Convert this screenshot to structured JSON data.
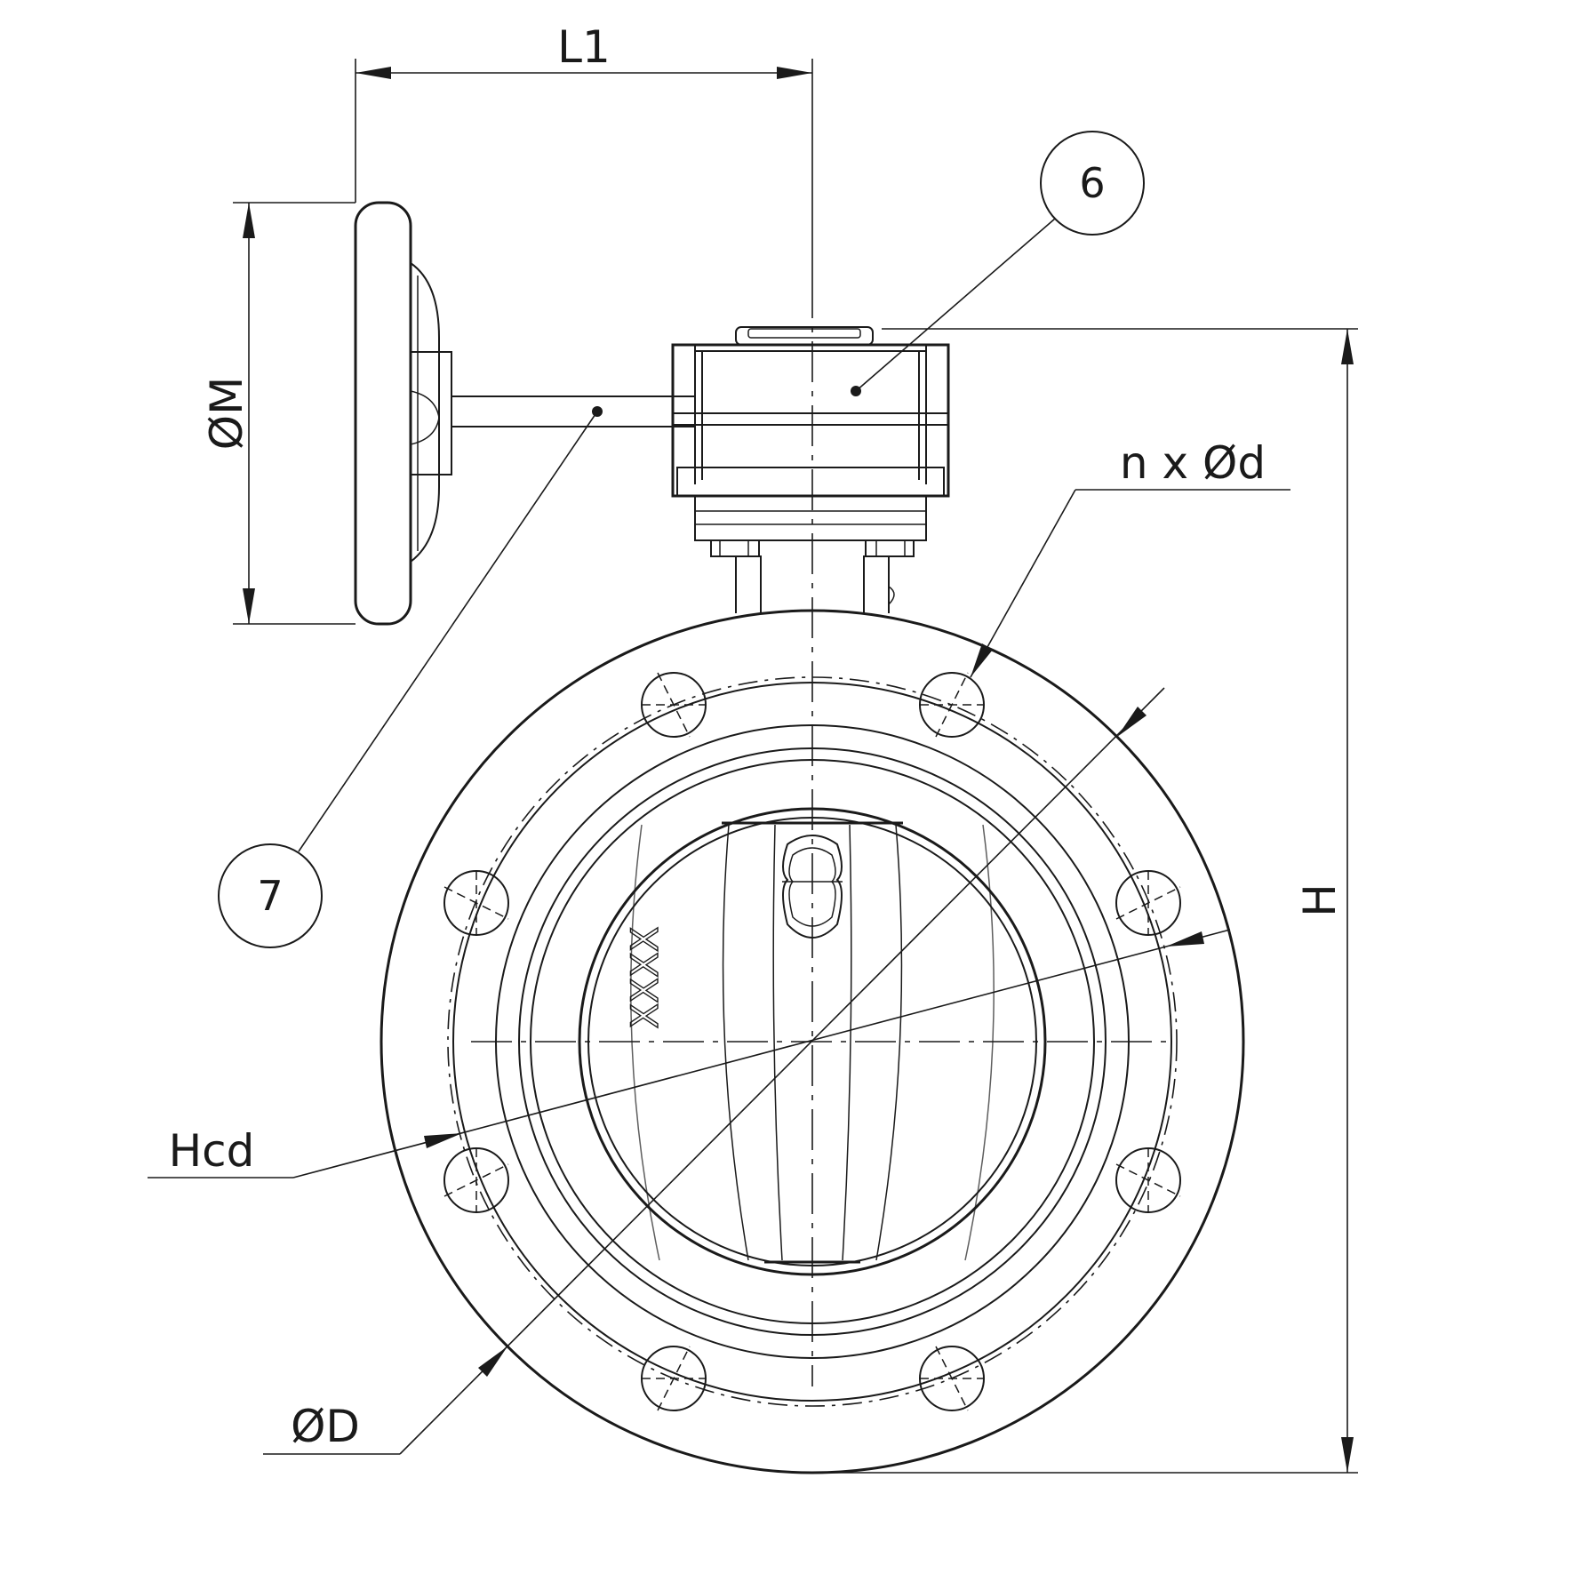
{
  "labels": {
    "l1": "L1",
    "m": "ØM",
    "nd": "n x Ød",
    "h": "H",
    "hcd": "Hcd",
    "d": "ØD",
    "marking": "XXXX"
  },
  "callouts": {
    "gearbox": "6",
    "handwheel": "7"
  }
}
